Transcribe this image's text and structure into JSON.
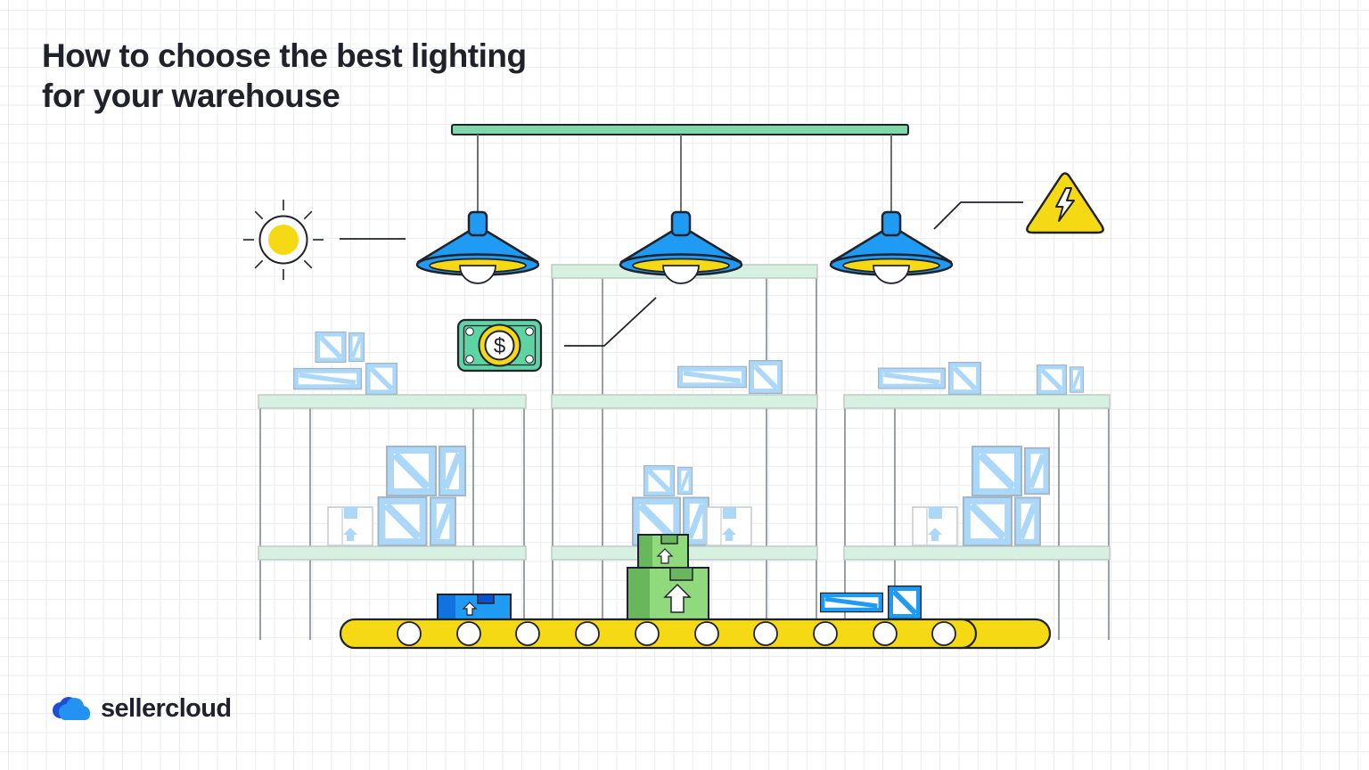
{
  "title": {
    "line1": "How to choose the best lighting",
    "line2": "for your warehouse"
  },
  "brand": {
    "name": "sellercloud"
  },
  "money": {
    "symbol": "$"
  },
  "illustration": {
    "icons": [
      "sun-icon",
      "pendant-lamp-icon",
      "money-bill-icon",
      "electric-hazard-icon",
      "crate-icon",
      "cardboard-box-icon",
      "shelf-rack",
      "conveyor-belt"
    ],
    "lamp_count": 3,
    "rack_count": 3
  },
  "palette": {
    "ink": "#20222b",
    "line": "#6d6f73",
    "post": "#9aa0a6",
    "grid": "#ececf0",
    "band": "#d6f0e2",
    "band-edge": "#bfccc4",
    "mint": "#7fd8a9",
    "yellow": "#f6d915",
    "blue": "#1f9bf3",
    "blue-flap": "#1173e0",
    "blue-tape": "#0d52cc",
    "crate": "#abd7f8",
    "crate-edge": "#a3b6c6",
    "money": "#5ed3a4",
    "green": "#90da7d",
    "green-dark": "#69b75c",
    "box-edge": "#c8cdd3",
    "logo-back": "#1d4ed8",
    "logo-front": "#2492f0"
  }
}
